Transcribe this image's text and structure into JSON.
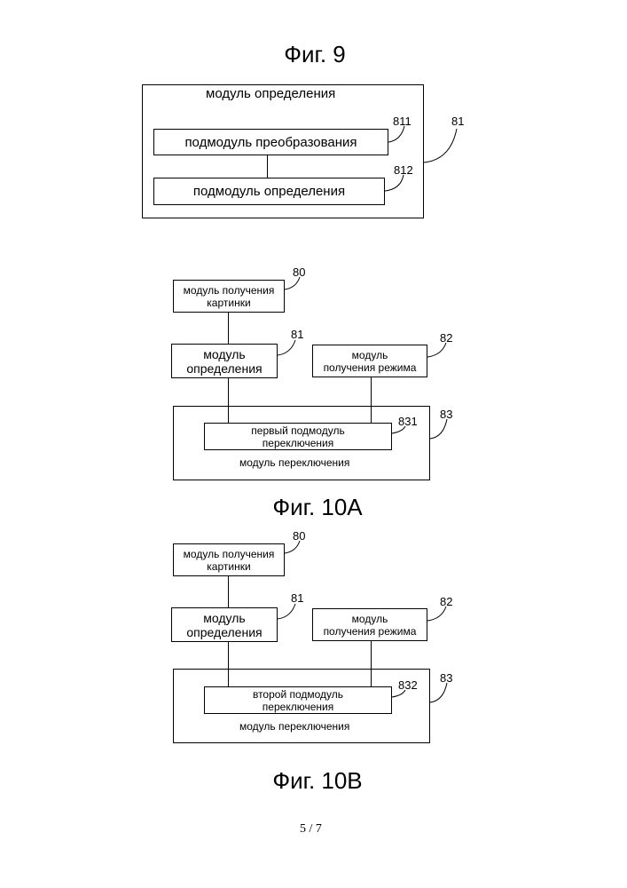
{
  "fig9": {
    "title": "Фиг. 9",
    "outer_label": "модуль определения",
    "sub1": "подмодуль преобразования",
    "sub2": "подмодуль определения",
    "ref_outer": "81",
    "ref_sub1": "811",
    "ref_sub2": "812"
  },
  "fig10a": {
    "title": "Фиг. 10A",
    "picture_module_line1": "модуль получения",
    "picture_module_line2": "картинки",
    "determine_module_line1": "модуль",
    "determine_module_line2": "определения",
    "mode_module_line1": "модуль",
    "mode_module_line2": "получения режима",
    "submodule_line1": "первый подмодуль",
    "submodule_line2": "переключения",
    "switch_module": "модуль переключения",
    "ref_picture": "80",
    "ref_determine": "81",
    "ref_mode": "82",
    "ref_switch": "83",
    "ref_sub": "831"
  },
  "fig10b": {
    "title": "Фиг. 10B",
    "picture_module_line1": "модуль получения",
    "picture_module_line2": "картинки",
    "determine_module_line1": "модуль",
    "determine_module_line2": "определения",
    "mode_module_line1": "модуль",
    "mode_module_line2": "получения режима",
    "submodule_line1": "второй подмодуль",
    "submodule_line2": "переключения",
    "switch_module": "модуль переключения",
    "ref_picture": "80",
    "ref_determine": "81",
    "ref_mode": "82",
    "ref_switch": "83",
    "ref_sub": "832"
  },
  "page_number": "5 / 7"
}
